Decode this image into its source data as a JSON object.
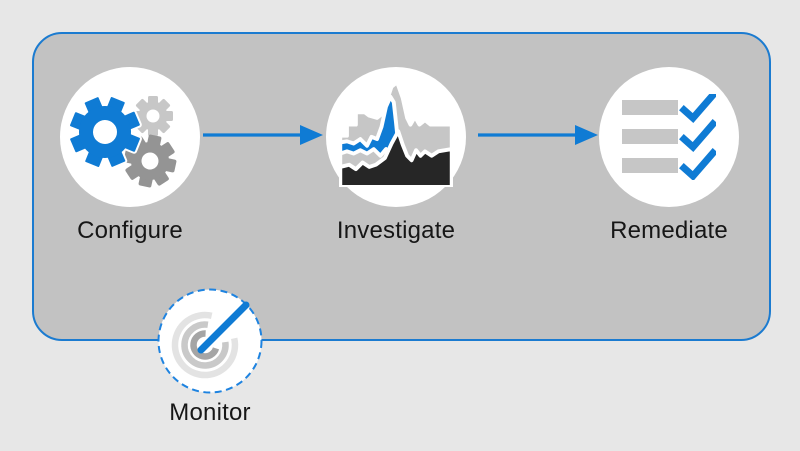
{
  "diagram": {
    "title_hidden": "",
    "steps": [
      {
        "label": "Configure",
        "icon": "gears-icon"
      },
      {
        "label": "Investigate",
        "icon": "area-chart-icon"
      },
      {
        "label": "Remediate",
        "icon": "checklist-icon"
      }
    ],
    "monitor": {
      "label": "Monitor",
      "icon": "radar-gauge-icon"
    },
    "colors": {
      "accent_blue": "#0f7bd4",
      "panel_fill": "#c2c2c2",
      "panel_border_blue": "#1b7bd0",
      "page_background": "#e7e7e7",
      "light_gear_gray": "#c7c7c7",
      "dark_gear_gray": "#949494",
      "chart_light_gray": "#c6c6c6",
      "chart_dark": "#262626",
      "checklist_bar_gray": "#c6c6c6",
      "monitor_arc_inner": "#a5a5a5",
      "monitor_arc_middle": "#c9c9c9",
      "monitor_arc_outer": "#e3e3e3",
      "label_text": "#161616"
    }
  }
}
